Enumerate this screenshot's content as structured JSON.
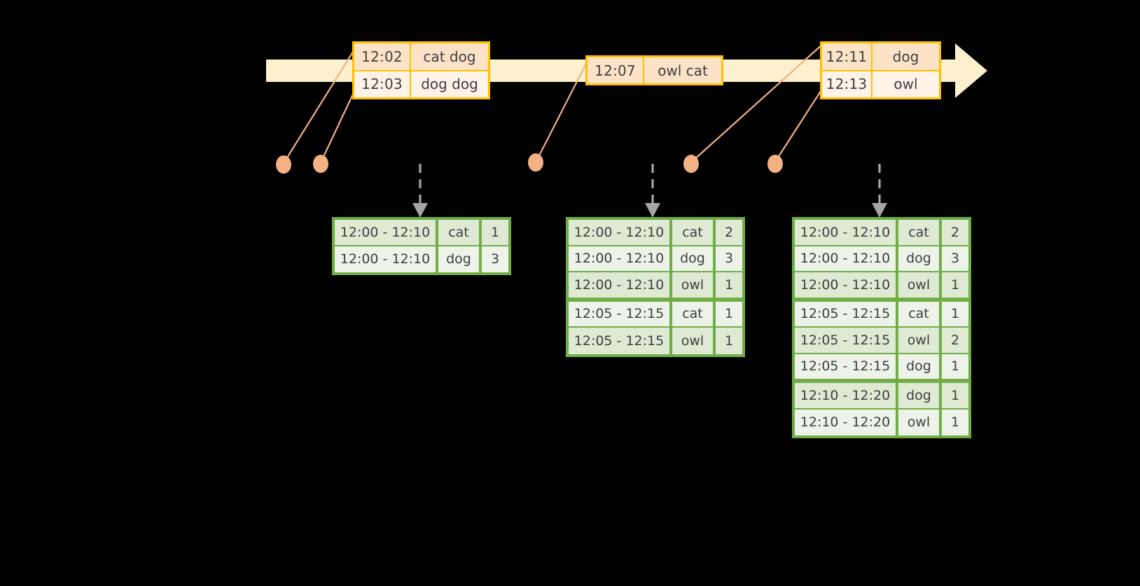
{
  "diagram": {
    "type": "sliding-window-aggregation",
    "timeline": {
      "name": "event-stream-timeline",
      "direction": "left-to-right",
      "arrow_color": "#FDF0CE",
      "events": [
        {
          "box": "event-box-1",
          "rows": [
            {
              "time": "12:02",
              "words": "cat dog"
            },
            {
              "time": "12:03",
              "words": "dog dog"
            }
          ]
        },
        {
          "box": "event-box-2",
          "rows": [
            {
              "time": "12:07",
              "words": "owl cat"
            }
          ]
        },
        {
          "box": "event-box-3",
          "rows": [
            {
              "time": "12:11",
              "words": "dog"
            },
            {
              "time": "12:13",
              "words": "owl"
            }
          ]
        }
      ]
    },
    "markers": {
      "name": "event-markers",
      "color": "#F4B183",
      "count": 5,
      "labels": [
        "marker-12-02",
        "marker-12-03",
        "marker-12-07",
        "marker-12-11",
        "marker-12-13"
      ]
    },
    "flow_arrows": {
      "name": "dashed-down-arrows",
      "color": "#A6A6A6",
      "style": "dashed",
      "count": 3
    },
    "results": [
      {
        "name": "result-table-1",
        "columns": [
          "window",
          "word",
          "count"
        ],
        "groups": [
          [
            {
              "window": "12:00 - 12:10",
              "word": "cat",
              "count": "1"
            },
            {
              "window": "12:00 - 12:10",
              "word": "dog",
              "count": "3"
            }
          ]
        ]
      },
      {
        "name": "result-table-2",
        "columns": [
          "window",
          "word",
          "count"
        ],
        "groups": [
          [
            {
              "window": "12:00 - 12:10",
              "word": "cat",
              "count": "2"
            },
            {
              "window": "12:00 - 12:10",
              "word": "dog",
              "count": "3"
            },
            {
              "window": "12:00 - 12:10",
              "word": "owl",
              "count": "1"
            }
          ],
          [
            {
              "window": "12:05 - 12:15",
              "word": "cat",
              "count": "1"
            },
            {
              "window": "12:05 - 12:15",
              "word": "owl",
              "count": "1"
            }
          ]
        ]
      },
      {
        "name": "result-table-3",
        "columns": [
          "window",
          "word",
          "count"
        ],
        "groups": [
          [
            {
              "window": "12:00 - 12:10",
              "word": "cat",
              "count": "2"
            },
            {
              "window": "12:00 - 12:10",
              "word": "dog",
              "count": "3"
            },
            {
              "window": "12:00 - 12:10",
              "word": "owl",
              "count": "1"
            }
          ],
          [
            {
              "window": "12:05 - 12:15",
              "word": "cat",
              "count": "1"
            },
            {
              "window": "12:05 - 12:15",
              "word": "owl",
              "count": "2"
            },
            {
              "window": "12:05 - 12:15",
              "word": "dog",
              "count": "1"
            }
          ],
          [
            {
              "window": "12:10 - 12:20",
              "word": "dog",
              "count": "1"
            },
            {
              "window": "12:10 - 12:20",
              "word": "owl",
              "count": "1"
            }
          ]
        ]
      }
    ],
    "colors": {
      "background": "#000000",
      "timeline_fill": "#FDF0CE",
      "event_border": "#FFC000",
      "event_fill_shade": "#FCE3C8",
      "event_fill_plain": "#FEF3E7",
      "marker": "#F4B183",
      "connector": "#F4B183",
      "table_border": "#70AD47",
      "table_fill_shade": "#DEEAD4",
      "table_fill_plain": "#EDF3E8",
      "arrow_gray": "#A6A6A6"
    }
  }
}
